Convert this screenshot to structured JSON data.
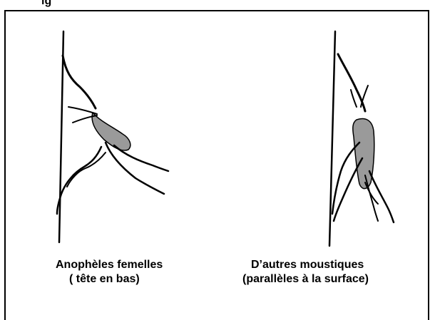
{
  "header_fragment": "ig",
  "figures": [
    {
      "id": "anopheles",
      "caption_line1": "Anophèles femelles",
      "caption_line2": "( tête en bas)"
    },
    {
      "id": "other",
      "caption_line1": "D’autres moustiques",
      "caption_line2": "(parallèles à la surface)"
    }
  ],
  "colors": {
    "ink": "#000000",
    "body_fill": "#9a9a9a",
    "background": "#ffffff"
  }
}
